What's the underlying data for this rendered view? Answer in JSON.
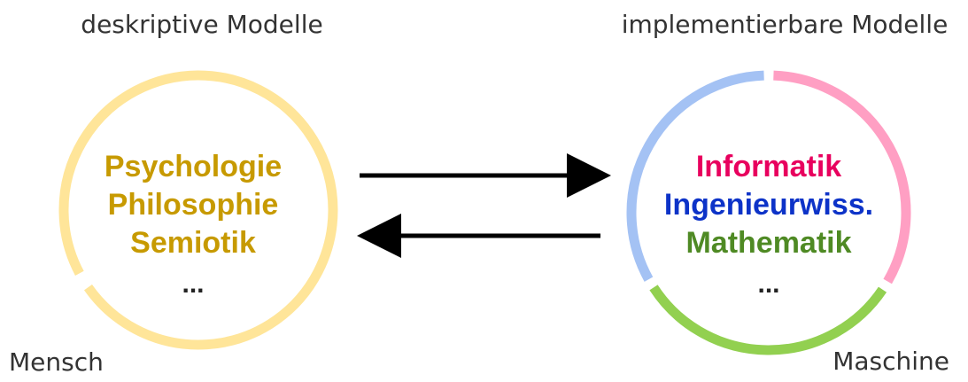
{
  "left": {
    "title": "deskriptive Modelle",
    "corner_label": "Mensch",
    "fields": [
      "Psychologie",
      "Philosophie",
      "Semiotik"
    ],
    "more": "...",
    "text_color": "#c79a00",
    "ring_color": "#ffe599"
  },
  "right": {
    "title": "implementierbare Modelle",
    "corner_label": "Maschine",
    "fields": [
      "Informatik",
      "Ingenieurwiss.",
      "Mathematik"
    ],
    "more": "...",
    "field_colors": [
      "#e8005e",
      "#0d33c8",
      "#4f8a24"
    ],
    "ring_colors": {
      "top_left": "#a4c2f4",
      "top_right": "#ff9fc3",
      "bottom": "#92d050"
    }
  },
  "arrows": {
    "color": "#000000"
  }
}
